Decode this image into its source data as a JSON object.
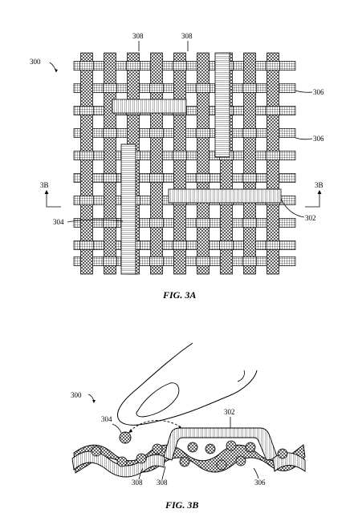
{
  "figure_a": {
    "caption": "FIG. 3A",
    "ref_300": "300",
    "ref_308_left": "308",
    "ref_308_right": "308",
    "ref_306_upper": "306",
    "ref_306_lower": "306",
    "ref_304": "304",
    "ref_302": "302",
    "section_left": "3B",
    "section_right": "3B"
  },
  "figure_b": {
    "caption": "FIG. 3B",
    "ref_300": "300",
    "ref_304": "304",
    "ref_302": "302",
    "ref_308_left": "308",
    "ref_308_right": "308",
    "ref_306": "306"
  }
}
